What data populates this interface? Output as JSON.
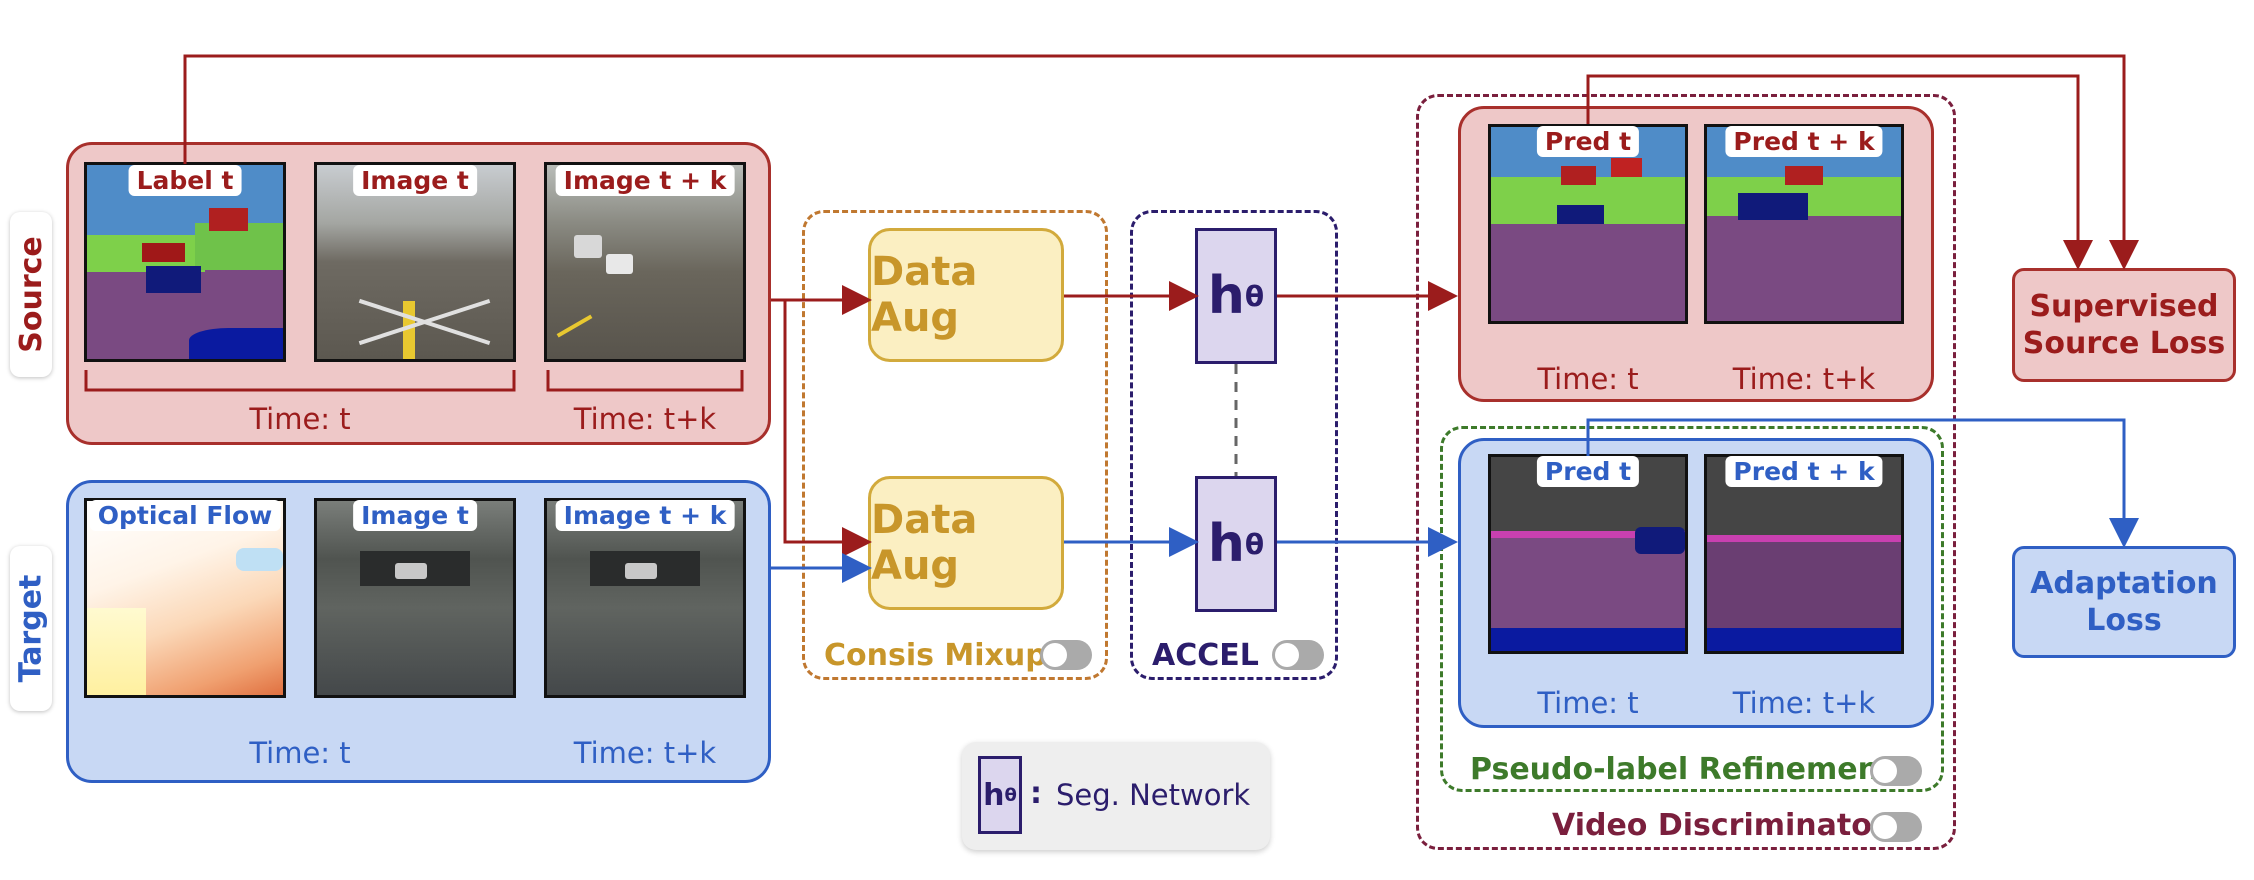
{
  "source": {
    "row_label": "Source",
    "panels": [
      {
        "label": "Label t",
        "kind": "segmentation"
      },
      {
        "label": "Image t",
        "kind": "photo"
      },
      {
        "label": "Image t + k",
        "kind": "photo"
      }
    ],
    "time_labels": [
      "Time: t",
      "Time: t+k"
    ]
  },
  "target": {
    "row_label": "Target",
    "panels": [
      {
        "label": "Optical Flow",
        "kind": "flow"
      },
      {
        "label": "Image t",
        "kind": "photo"
      },
      {
        "label": "Image t + k",
        "kind": "photo"
      }
    ],
    "time_labels": [
      "Time: t",
      "Time: t+k"
    ]
  },
  "aug_label": "Data Aug",
  "network_symbol": "h",
  "network_subscript": "θ",
  "consis_mixup_label": "Consis Mixup",
  "accel_label": "ACCEL",
  "source_preds": {
    "labels": [
      "Pred t",
      "Pred t + k"
    ],
    "time_labels": [
      "Time: t",
      "Time: t+k"
    ]
  },
  "target_preds": {
    "labels": [
      "Pred t",
      "Pred t + k"
    ],
    "time_labels": [
      "Time: t",
      "Time: t+k"
    ]
  },
  "pseudo_label_refinement_label": "Pseudo-label Refinement",
  "video_discriminator_label": "Video Discriminator",
  "supervised_loss_label": "Supervised\nSource Loss",
  "adaptation_loss_label": "Adaptation\nLoss",
  "legend": {
    "colon": ":",
    "text": "Seg. Network"
  },
  "colors": {
    "source_red": "#9b1c1c",
    "target_blue": "#2f5fc4",
    "aug_gold": "#c8962a",
    "network_navy": "#2b1d6c",
    "pseudo_green": "#3d7a2a",
    "discriminator_maroon": "#7a1f3d"
  }
}
